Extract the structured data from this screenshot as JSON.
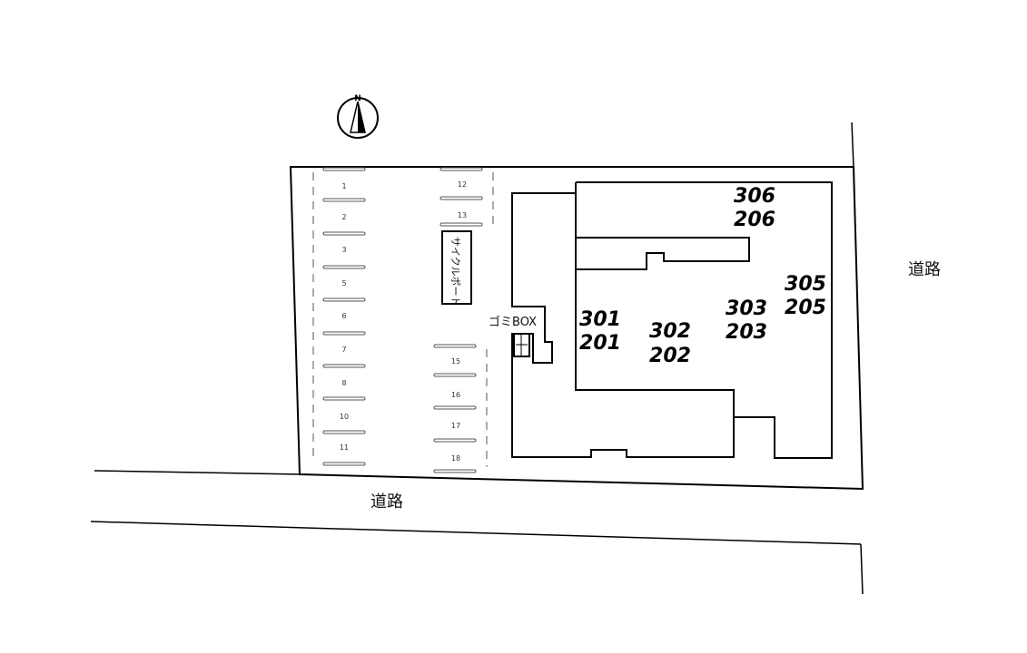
{
  "compass": {
    "label": "N"
  },
  "roads": {
    "east_label": "道路",
    "south_label": "道路"
  },
  "parking": {
    "left_column": [
      "1",
      "2",
      "3",
      "5",
      "6",
      "7",
      "8",
      "10",
      "11"
    ],
    "right_top": [
      "12",
      "13"
    ],
    "right_bottom": [
      "15",
      "16",
      "17",
      "18"
    ]
  },
  "cycle_port": {
    "label": "サイクルポート"
  },
  "garbage_box": {
    "label": "ゴミBOX"
  },
  "units": [
    {
      "upper": "306",
      "lower": "206"
    },
    {
      "upper": "305",
      "lower": "205"
    },
    {
      "upper": "303",
      "lower": "203"
    },
    {
      "upper": "302",
      "lower": "202"
    },
    {
      "upper": "301",
      "lower": "201"
    }
  ]
}
